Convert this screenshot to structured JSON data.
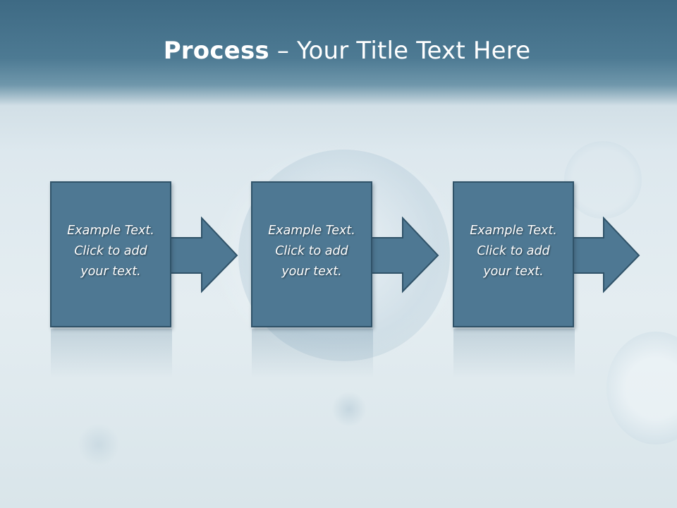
{
  "slide": {
    "title_bold": "Process",
    "title_rest": " – Your Title Text Here"
  },
  "steps": [
    {
      "line1": "Example Text.",
      "line2": "Click  to add",
      "line3": "your text."
    },
    {
      "line1": "Example Text.",
      "line2": "Click  to add",
      "line3": "your text."
    },
    {
      "line1": "Example Text.",
      "line2": "Click  to add",
      "line3": "your text."
    }
  ],
  "colors": {
    "header": "#4d7a93",
    "box_fill": "#4e7893",
    "box_border": "#2f5268",
    "text": "#ffffff"
  }
}
